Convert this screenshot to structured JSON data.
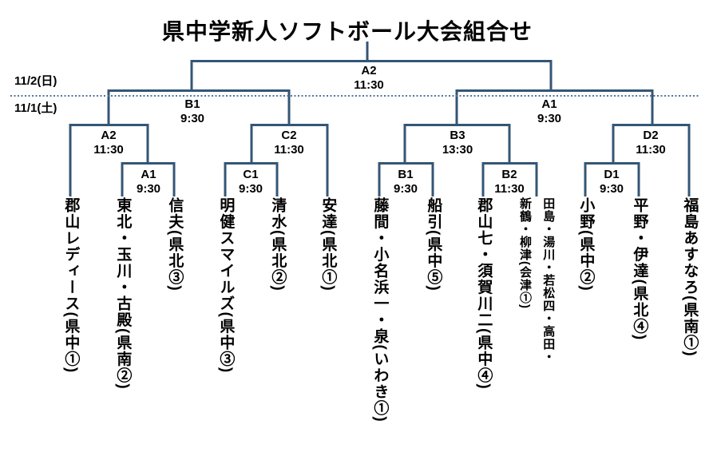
{
  "title": "県中学新人ソフトボール大会組合せ",
  "dates": {
    "day2": "11/2(日)",
    "day1": "11/1(土)"
  },
  "colors": {
    "line": "#345676",
    "dotted": "#53749c"
  },
  "matches": {
    "final": {
      "code": "A2",
      "time": "11:30"
    },
    "sf_left": {
      "code": "B1",
      "time": "9:30"
    },
    "sf_right": {
      "code": "A1",
      "time": "9:30"
    },
    "qf_1": {
      "code": "A2",
      "time": "11:30"
    },
    "qf_2": {
      "code": "C2",
      "time": "11:30"
    },
    "qf_3": {
      "code": "B3",
      "time": "13:30"
    },
    "qf_4": {
      "code": "D2",
      "time": "11:30"
    },
    "r1_1": {
      "code": "A1",
      "time": "9:30"
    },
    "r1_2": {
      "code": "C1",
      "time": "9:30"
    },
    "r1_3": {
      "code": "B1",
      "time": "9:30"
    },
    "r1_4": {
      "code": "B2",
      "time": "11:30"
    },
    "r1_5": {
      "code": "D1",
      "time": "9:30"
    }
  },
  "teams": [
    "郡山レディース(県中①)",
    "東北・玉川・古殿(県南②)",
    "信夫(県北③)",
    "明健スマイルズ(県中③)",
    "清水(県北②)",
    "安達(県北①)",
    "藤間・小名浜一・泉(いわき①)",
    "船引(県中⑤)",
    "郡山七・須賀川二(県中④)",
    "田島・湯川・若松四・高田・\n新鶴・柳津(会津①)",
    "小野(県中②)",
    "平野・伊達(県北④)",
    "福島あすなろ(県南①)"
  ]
}
